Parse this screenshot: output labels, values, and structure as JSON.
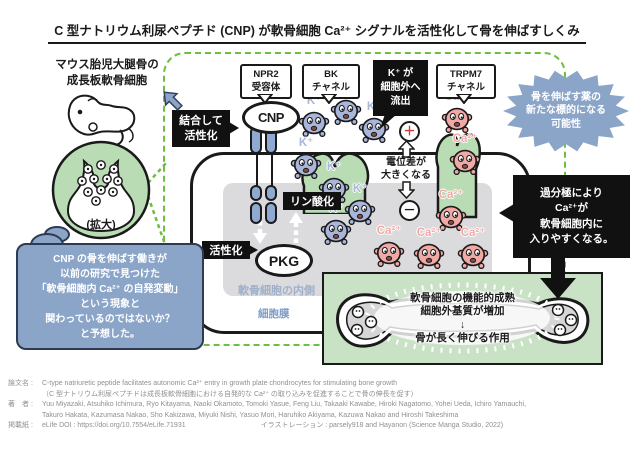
{
  "title": "C 型ナトリウム利尿ペプチド (CNP) が軟骨細胞 Ca²⁺ シグナルを活性化して骨を伸ばすしくみ",
  "specimen": {
    "line1": "マウス胎児大腿骨の",
    "line2": "成長板軟骨細胞",
    "magnify": "(拡大)"
  },
  "hypothesis": {
    "line1": "CNP の骨を伸ばす働きが",
    "line2": "以前の研究で見つけた",
    "line3": "「軟骨細胞内 Ca²⁺ の自発変動」",
    "line4": "という現象と",
    "line5": "関わっているのではないか？",
    "line6": "と予想した。"
  },
  "receptors": {
    "npr2_line1": "NPR2",
    "npr2_line2": "受容体",
    "cnp": "CNP",
    "bk_line1": "BK",
    "bk_line2": "チャネル",
    "trpm7_line1": "TRPM7",
    "trpm7_line2": "チャネル"
  },
  "callouts": {
    "bind_line1": "結合して",
    "bind_line2": "活性化",
    "k_efflux_line1": "K⁺ が",
    "k_efflux_line2": "細胞外へ",
    "k_efflux_line3": "流出",
    "voltage_line1": "電位差が",
    "voltage_line2": "大きくなる",
    "plus": "＋",
    "minus": "－",
    "phospho": "リン酸化",
    "activate": "活性化",
    "pkg": "PKG",
    "hyper_line1": "過分極により",
    "hyper_line2": "Ca²⁺が",
    "hyper_line3": "軟骨細胞内に",
    "hyper_line4": "入りやすくなる。",
    "starburst_line1": "骨を伸ばす薬の",
    "starburst_line2": "新たな標的になる",
    "starburst_line3": "可能性",
    "inside": "軟骨細胞の内側",
    "membrane": "細胞膜"
  },
  "ions": {
    "k": "K⁺",
    "ca": "Ca²⁺"
  },
  "bone_panel": {
    "line1": "軟骨細胞の機能的成熟",
    "line2": "細胞外基質が増加",
    "arrow": "↓",
    "line3": "骨が長く伸びる作用"
  },
  "footer": {
    "paper_label": "論文名 :",
    "paper_title": "C-type natriuretic peptide facilitates autonomic Ca²⁺ entry in growth plate chondrocytes for stimulating bone growth",
    "paper_title_ja": "（C 型ナトリウム利尿ペプチドは成長板軟骨細胞における自発的な Ca²⁺ の取り込みを促進することで骨の伸長を促す）",
    "authors_label": "著　者 :",
    "authors_line1": "Yuu Miyazaki, Atsuhiko Ichimura, Ryo Kitayama, Naoki Okamoto, Tomoki Yasue, Feng Liu, Takaaki Kawabe, Hiroki Nagatomo, Yohei Ueda, Ichiro Yamauchi,",
    "authors_line2": "Takuro Hakata, Kazumasa Nakao, Sho Kakizawa, Miyuki Nishi, Yasuo Mori, Haruhiko Akiyama, Kazuwa Nakao and Hiroshi Takeshima",
    "journal_label": "掲載紙 :",
    "journal": "eLife DOI : https://doi.org/10.7554/eLife.71931",
    "illustration": "イラストレーション : parsely918 and Hayanon (Science Manga Studio, 2022)"
  },
  "colors": {
    "accent_green": "#6cbf40",
    "channel_green": "#b9dcb4",
    "panel_green": "#c9e2c6",
    "blue_gray": "#8ba5c8",
    "k_ion": "#a9b6d9",
    "ca_ion": "#f0a9a4",
    "cytoplasm_gray": "#dbdbde",
    "receptor_blue": "#8fa9d0",
    "plus_red": "#cc3b33"
  }
}
